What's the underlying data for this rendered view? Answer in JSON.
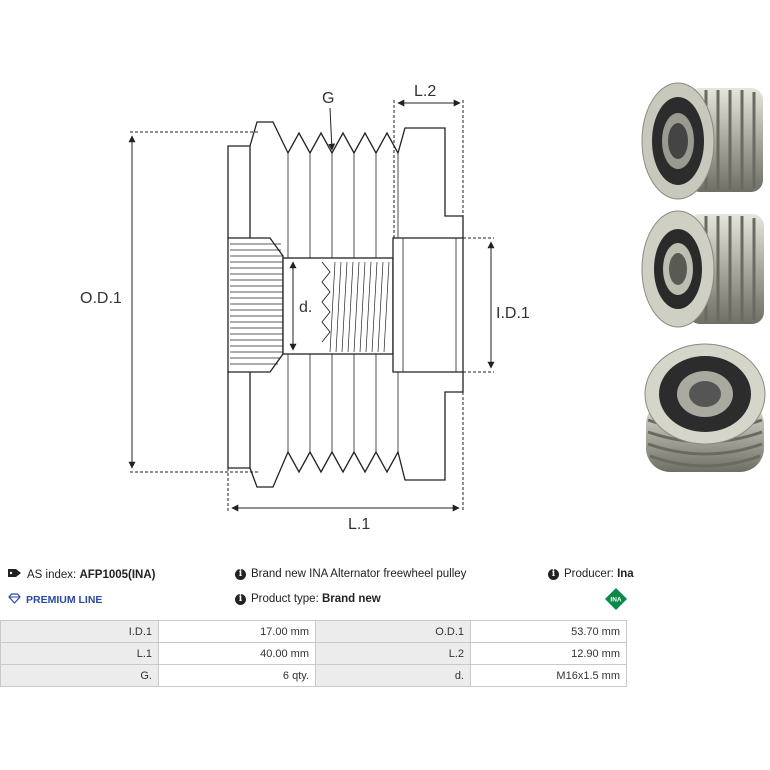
{
  "drawing": {
    "labels": {
      "g": "G",
      "l2": "L.2",
      "od1": "O.D.1",
      "d": "d.",
      "id1": "I.D.1",
      "l1": "L.1"
    }
  },
  "photos": [
    "pulley-side-view",
    "pulley-angled-view",
    "pulley-front-view"
  ],
  "info": {
    "as_index_label": "AS index:",
    "as_index_value": "AFP1005(INA)",
    "description": "Brand new INA Alternator freewheel pulley",
    "producer_label": "Producer:",
    "producer_value": "Ina",
    "premium_line": "PREMIUM LINE",
    "product_type_label": "Product type:",
    "product_type_value": "Brand new",
    "brand_logo_text": "INA"
  },
  "colors": {
    "premium_blue": "#2a4aa3",
    "ina_green": "#0a8a4a"
  },
  "specs": [
    [
      "I.D.1",
      "17.00 mm",
      "O.D.1",
      "53.70 mm"
    ],
    [
      "L.1",
      "40.00 mm",
      "L.2",
      "12.90 mm"
    ],
    [
      "G.",
      "6 qty.",
      "d.",
      "M16x1.5 mm"
    ]
  ]
}
